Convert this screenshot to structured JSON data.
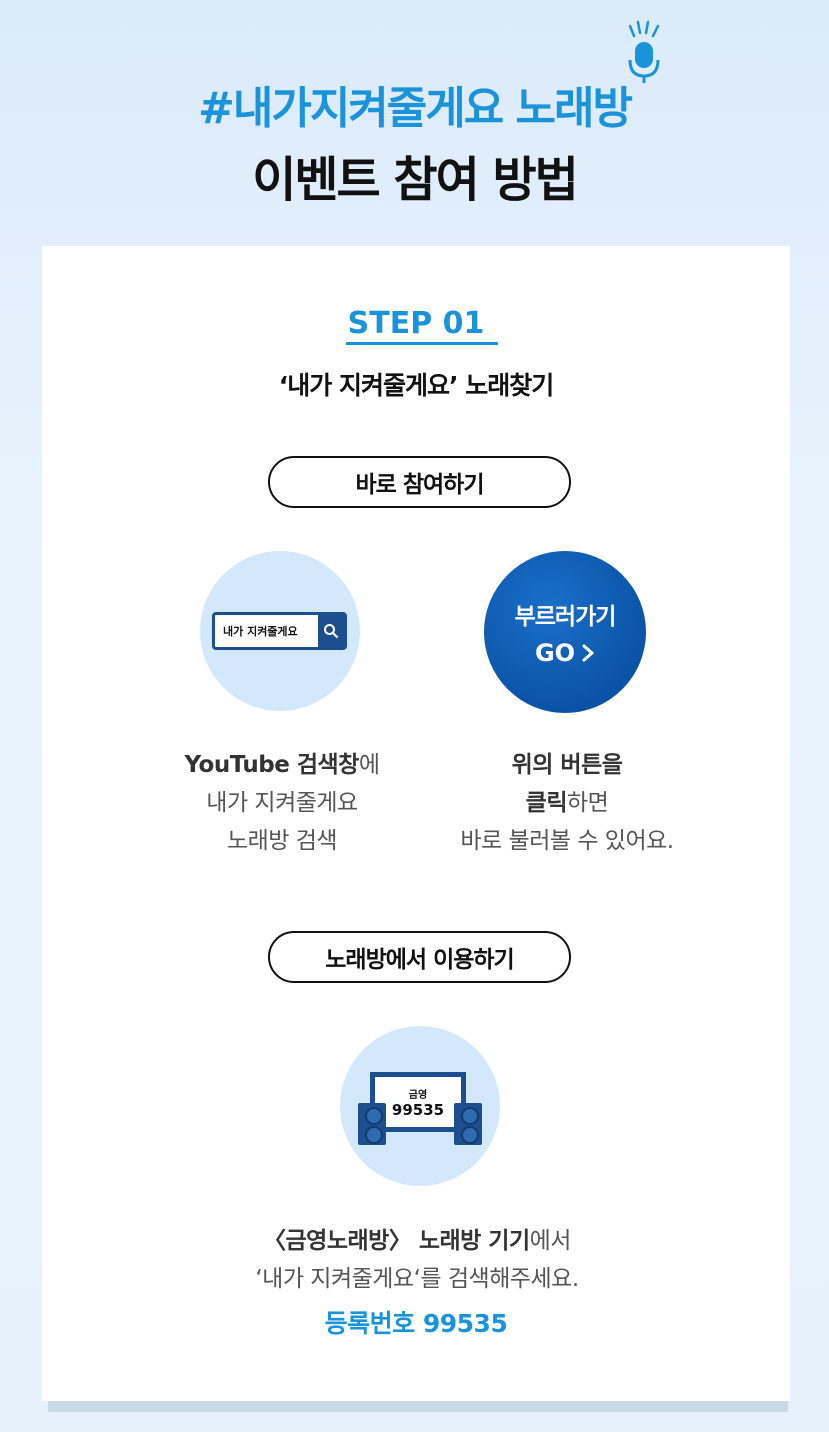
{
  "hero": {
    "title": "#내가지켜줄게요 노래방",
    "subtitle": "이벤트 참여 방법"
  },
  "step": {
    "label": "STEP 01",
    "title": "‘내가 지켜줄게요’ 노래찾기"
  },
  "buttons": {
    "direct": "바로 참여하기",
    "karaoke": "노래방에서 이용하기"
  },
  "search": {
    "query": "내가 지켜줄게요",
    "icon": "search-icon"
  },
  "go": {
    "line1": "부르러가기",
    "line2": "GO"
  },
  "left_desc": {
    "bold": "YouTube 검색창",
    "tail": "에",
    "line2": "내가 지켜줄게요",
    "line3": "노래방 검색"
  },
  "right_desc": {
    "line1": "위의 버튼을",
    "bold2": "클릭",
    "tail2": "하면",
    "line3": "바로 불러볼 수 있어요."
  },
  "karaoke_screen": {
    "song": "금영",
    "number": "99535"
  },
  "bottom_desc": {
    "bold1": "〈금영노래방〉 노래방 기기",
    "tail1": "에서",
    "line2": "‘내가 지켜줄게요‘를 검색해주세요.",
    "registration": "등록번호 99535"
  },
  "colors": {
    "accent": "#1a93db",
    "navy": "#1d4f8f",
    "go_button": "#0b53a8",
    "background": "#e6f1fc"
  }
}
